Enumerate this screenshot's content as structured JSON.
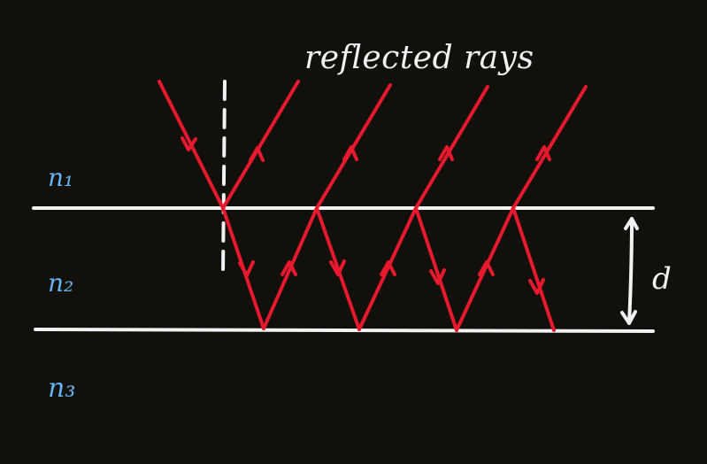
{
  "title": "reflected rays",
  "media": {
    "n1": "n₁",
    "n2": "n₂",
    "n3": "n₃"
  },
  "thickness_label": "d",
  "colors": {
    "background": "#12100b",
    "interface": "#f2f2f2",
    "ray": "#e6192e",
    "medium_label": "#65b4f1",
    "text": "#f2f2f2"
  },
  "icons": {
    "incident_direction": "arrowhead-down",
    "reflected_direction": "arrowhead-up",
    "thickness_marker": "double-headed-arrow"
  }
}
